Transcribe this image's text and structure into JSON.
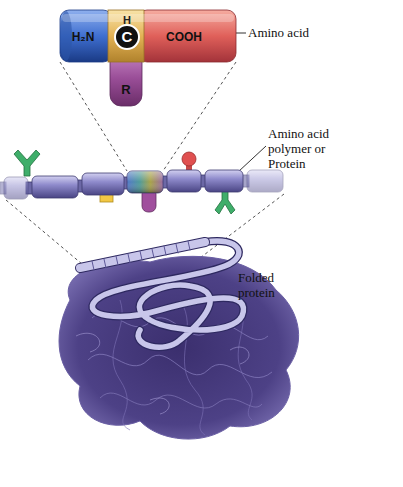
{
  "diagram": {
    "nodes": [
      {
        "text": [
          "H",
          "H₂N",
          "C",
          "COOH",
          "R"
        ]
      }
    ],
    "labels": [
      "Amino acid",
      "Amino acid polymer or Protein",
      "Folded protein"
    ]
  }
}
